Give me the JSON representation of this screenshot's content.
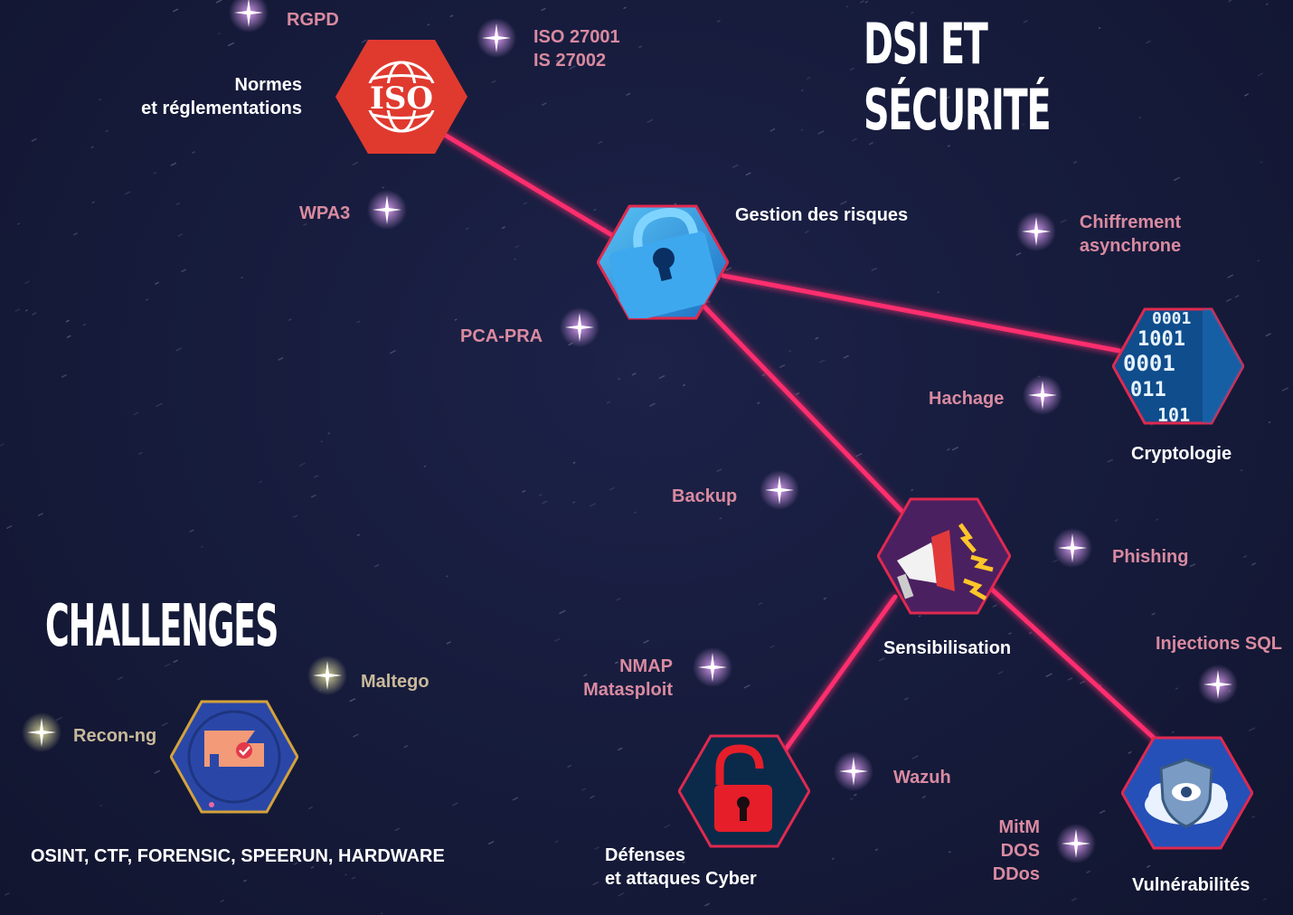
{
  "title_dsi": "DSI ET SÉCURITÉ",
  "title_challenges": "CHALLENGES",
  "nodes": {
    "iso": {
      "label_line1": "Normes",
      "label_line2": "et réglementations",
      "icon": "iso-icon",
      "icon_text": "ISO"
    },
    "risk": {
      "label": "Gestion des risques",
      "icon": "padlock-keyhole-icon"
    },
    "crypto": {
      "label": "Cryptologie",
      "icon": "binary-code-icon",
      "digits": [
        "0001",
        "1001",
        "0001",
        "011",
        "101"
      ]
    },
    "awareness": {
      "label": "Sensibilisation",
      "icon": "megaphone-icon"
    },
    "cyber": {
      "label_line1": "Défenses",
      "label_line2": "et attaques Cyber",
      "icon": "unlocked-padlock-icon"
    },
    "vuln": {
      "label": "Vulnérabilités",
      "icon": "shield-eye-cloud-icon"
    },
    "challenge": {
      "label": "OSINT, CTF, FORENSIC, SPEERUN, HARDWARE",
      "icon": "flag-map-icon"
    }
  },
  "topics": {
    "rgpd": "RGPD",
    "iso27001": "ISO 27001",
    "is27002": "IS 27002",
    "wpa3": "WPA3",
    "pca": "PCA-PRA",
    "chiffrement1": "Chiffrement",
    "chiffrement2": "asynchrone",
    "hachage": "Hachage",
    "backup": "Backup",
    "phishing": "Phishing",
    "sql": "Injections SQL",
    "nmap": "NMAP",
    "matasploit": "Matasploit",
    "wazuh": "Wazuh",
    "mitm": "MitM",
    "dos": "DOS",
    "ddos": "DDos",
    "maltego": "Maltego",
    "recon": "Recon-ng"
  },
  "colors": {
    "background": "#161b3b",
    "link": "#ff2d6e",
    "hex_border": "#e0294f",
    "iso_red": "#e03a2f",
    "topic_pink": "#d98aa0",
    "topic_gold": "#c9b99a",
    "challenge_border": "#d4a23c",
    "challenge_fill": "#2a47a8"
  }
}
